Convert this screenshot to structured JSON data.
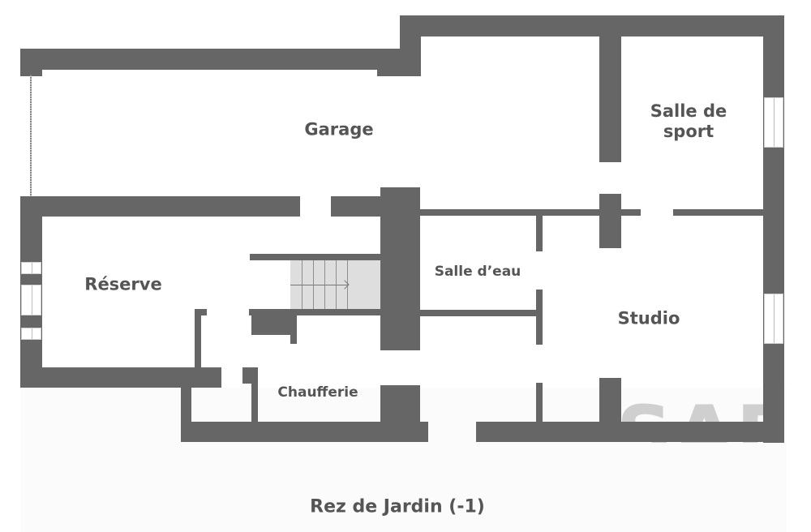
{
  "plan": {
    "floor_title": "Rez de Jardin (-1)",
    "rooms": [
      {
        "id": "garage",
        "label": "Garage"
      },
      {
        "id": "salle-de-sport",
        "label": "Salle de\nsport",
        "line1": "Salle de",
        "line2": "sport"
      },
      {
        "id": "reserve",
        "label": "Réserve"
      },
      {
        "id": "salle-deau",
        "label": "Salle d’eau"
      },
      {
        "id": "studio",
        "label": "Studio"
      },
      {
        "id": "chaufferie",
        "label": "Chaufferie"
      }
    ],
    "watermark": "SAFTI",
    "colors": {
      "wall": "#666666",
      "text": "#555555",
      "stairs": "#dedede",
      "watermark": "#cfcfcf",
      "background": "#ffffff"
    }
  }
}
